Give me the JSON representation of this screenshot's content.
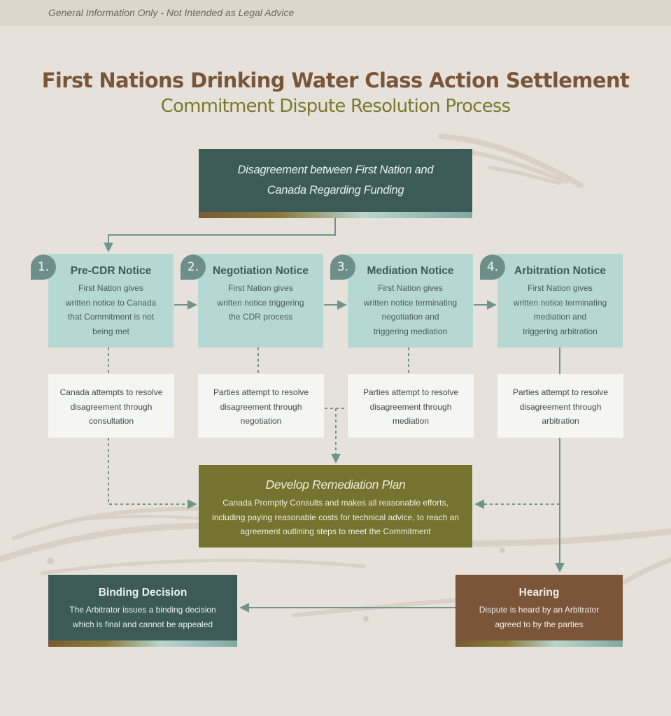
{
  "disclaimer": "General Information Only - Not Intended as Legal Advice",
  "title": "First Nations Drinking Water Class Action Settlement",
  "subtitle": "Commitment Dispute Resolution Process",
  "start": {
    "line1": "Disagreement between First Nation and",
    "line2": "Canada Regarding Funding"
  },
  "steps": [
    {
      "number": "1.",
      "title": "Pre-CDR Notice",
      "lines": [
        "First Nation gives",
        "written notice to Canada",
        "that Commitment is not",
        "being met"
      ],
      "attempt": [
        "Canada attempts to resolve",
        "disagreement through",
        "consultation"
      ]
    },
    {
      "number": "2.",
      "title": "Negotiation Notice",
      "lines": [
        "First Nation gives",
        "written notice triggering",
        "the CDR process"
      ],
      "attempt": [
        "Parties attempt to resolve",
        "disagreement through",
        "negotiation"
      ]
    },
    {
      "number": "3.",
      "title": "Mediation Notice",
      "lines": [
        "First Nation gives",
        "written notice terminating",
        "negotiation and",
        "triggering mediation"
      ],
      "attempt": [
        "Parties attempt to resolve",
        "disagreement through",
        "mediation"
      ]
    },
    {
      "number": "4.",
      "title": "Arbitration Notice",
      "lines": [
        "First Nation gives",
        "written notice terminating",
        "mediation and",
        "triggering arbitration"
      ],
      "attempt": [
        "Parties attempt to resolve",
        "disagreement through",
        "arbitration"
      ]
    }
  ],
  "remediation": {
    "title": "Develop Remediation Plan",
    "lines": [
      "Canada Promptly Consults and makes all reasonable efforts,",
      "including paying reasonable costs for technical advice, to reach an",
      "agreement outlining steps to meet the Commitment"
    ]
  },
  "binding": {
    "title": "Binding Decision",
    "lines": [
      "The Arbitrator issues a binding decision",
      "which is final and cannot be appealed"
    ]
  },
  "hearing": {
    "title": "Hearing",
    "lines": [
      "Dispute is heard by an Arbitrator",
      "agreed to by the parties"
    ]
  },
  "colors": {
    "background": "#e6e1da",
    "dark_teal": "#3c5b57",
    "light_teal": "#b5d8d3",
    "olive": "#747330",
    "brown": "#7a5538",
    "connector": "#6f948d"
  }
}
